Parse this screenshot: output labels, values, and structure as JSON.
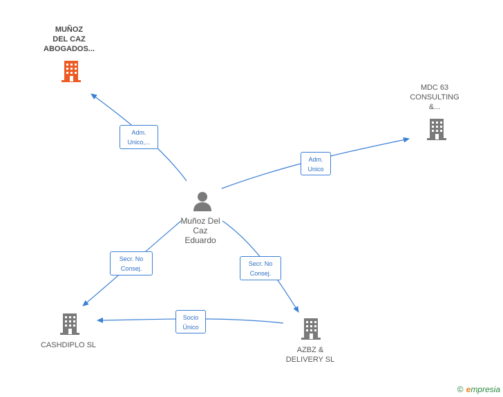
{
  "colors": {
    "edge": "#3b7fd4",
    "main_company": "#ee5a24",
    "company": "#7a7a7a",
    "person": "#7a7a7a"
  },
  "nodes": {
    "munoz_abogados": {
      "label": "MUÑOZ\nDEL CAZ\nABOGADOS...",
      "icon": "building-icon"
    },
    "mdc63": {
      "label": "MDC 63\nCONSULTING\n&...",
      "icon": "building-icon"
    },
    "person": {
      "label": "Muñoz Del\nCaz\nEduardo",
      "icon": "person-icon"
    },
    "cashdiplo": {
      "label": "CASHDIPLO SL",
      "icon": "building-icon"
    },
    "azbz": {
      "label": "AZBZ &\nDELIVERY  SL",
      "icon": "building-icon"
    }
  },
  "edges": {
    "to_munoz_abogados": "Adm.\nUnico,...",
    "to_mdc63": "Adm.\nUnico",
    "to_cashdiplo": "Secr.  No\nConsej.",
    "to_azbz": "Secr.  No\nConsej.",
    "azbz_to_cashdiplo": "Socio\nÚnico"
  },
  "footer": {
    "copyright": "©",
    "brand_initial": "e",
    "brand_rest": "mpresia"
  }
}
